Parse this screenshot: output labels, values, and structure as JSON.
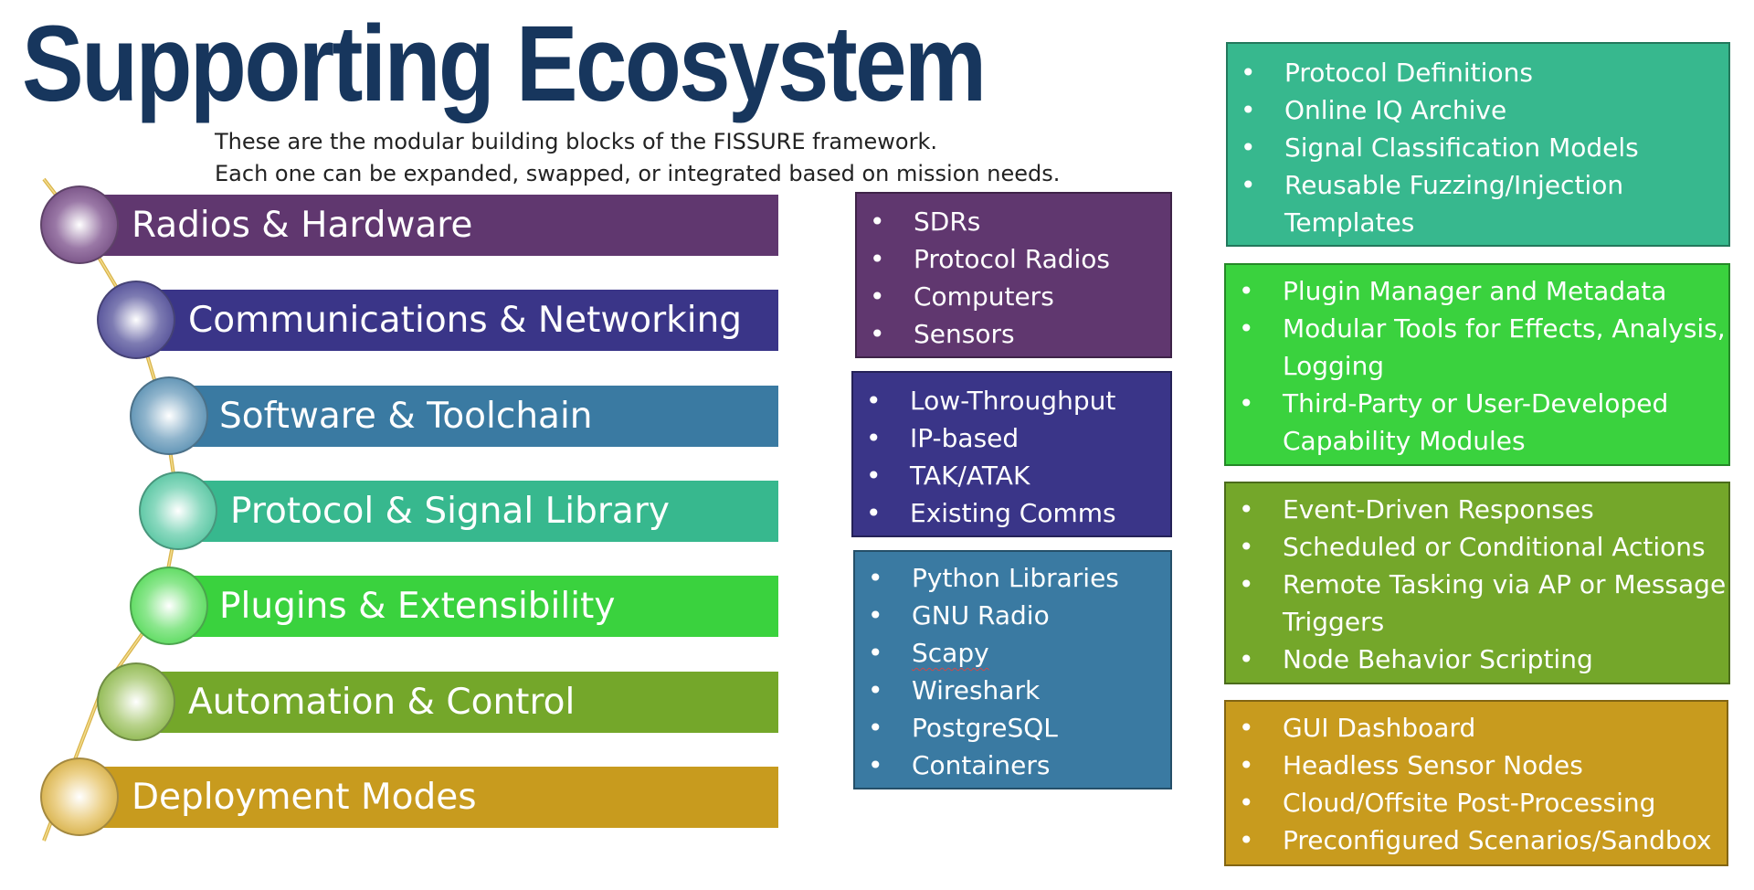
{
  "title": "Supporting Ecosystem",
  "subtitle": [
    "These are the modular building blocks of the FISSURE framework.",
    "Each one can be expanded, swapped, or integrated based on mission needs."
  ],
  "layers": [
    {
      "label": "Radios & Hardware",
      "color": "#60376f",
      "bubble": "#9a78a6"
    },
    {
      "label": "Communications & Networking",
      "color": "#3a3588",
      "bubble": "#7d7bb2"
    },
    {
      "label": "Software & Toolchain",
      "color": "#3a7aa2",
      "bubble": "#8fb4cc"
    },
    {
      "label": "Protocol & Signal Library",
      "color": "#37b88e",
      "bubble": "#8ad9bf"
    },
    {
      "label": "Plugins & Extensibility",
      "color": "#3ad23e",
      "bubble": "#8ce78e"
    },
    {
      "label": "Automation & Control",
      "color": "#74a72a",
      "bubble": "#b7d28a"
    },
    {
      "label": "Deployment Modes",
      "color": "#c89b1e",
      "bubble": "#ecd18a"
    }
  ],
  "panels": {
    "radios": {
      "color": "#60376f",
      "items": [
        "SDRs",
        "Protocol Radios",
        "Computers",
        "Sensors"
      ]
    },
    "comms": {
      "color": "#3a3588",
      "items": [
        "Low-Throughput",
        "IP-based",
        "TAK/ATAK",
        "Existing Comms"
      ]
    },
    "software": {
      "color": "#3a7aa2",
      "items": [
        "Python Libraries",
        "GNU Radio",
        "Scapy",
        "Wireshark",
        "PostgreSQL",
        "Containers"
      ]
    },
    "protocol": {
      "color": "#37b88e",
      "items": [
        "Protocol Definitions",
        "Online IQ Archive",
        "Signal Classification Models",
        "Reusable Fuzzing/Injection Templates"
      ]
    },
    "plugins": {
      "color": "#3ad23e",
      "items": [
        "Plugin Manager and Metadata",
        "Modular Tools for Effects, Analysis, Logging",
        "Third-Party or User-Developed Capability Modules"
      ]
    },
    "automation": {
      "color": "#74a72a",
      "items": [
        "Event-Driven Responses",
        "Scheduled or Conditional Actions",
        "Remote Tasking via AP or Message Triggers",
        "Node Behavior Scripting"
      ]
    },
    "deployment": {
      "color": "#c89b1e",
      "items": [
        "GUI Dashboard",
        "Headless Sensor Nodes",
        "Cloud/Offsite Post-Processing",
        "Preconfigured Scenarios/Sandbox"
      ]
    }
  }
}
